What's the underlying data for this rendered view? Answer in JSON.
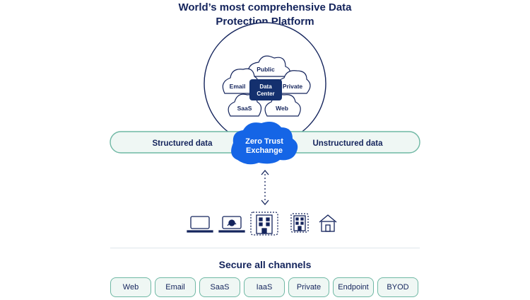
{
  "title": {
    "line1": "World’s most comprehensive Data",
    "line2": "Protection Platform"
  },
  "clouds": {
    "public": "Public",
    "email": "Email",
    "private": "Private",
    "saas": "SaaS",
    "web": "Web",
    "data_center_line1": "Data",
    "data_center_line2": "Center"
  },
  "band": {
    "left": "Structured data",
    "right": "Unstructured data",
    "center_line1": "Zero Trust",
    "center_line2": "Exchange"
  },
  "devices": [
    "laptop-icon",
    "secure-laptop-icon",
    "office-building-icon",
    "branch-building-icon",
    "home-icon"
  ],
  "colors": {
    "navy": "#14245c",
    "teal_border": "#6fb8a4",
    "teal_fill": "#eff7f4",
    "zte_blue": "#1565e6",
    "data_center": "#14306e"
  },
  "secure": {
    "title": "Secure all channels",
    "channels": [
      "Web",
      "Email",
      "SaaS",
      "IaaS",
      "Private",
      "Endpoint",
      "BYOD"
    ]
  }
}
